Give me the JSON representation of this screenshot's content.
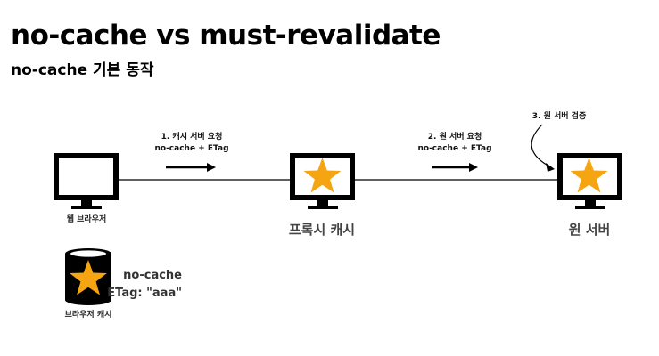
{
  "title": "no-cache vs must-revalidate",
  "subtitle": "no-cache 기본 동작",
  "steps": {
    "step1": {
      "line1": "1. 캐시 서버 요청",
      "line2": "no-cache + ETag"
    },
    "step2": {
      "line1": "2. 원 서버 요청",
      "line2": "no-cache + ETag"
    },
    "step3": {
      "line1": "3. 원 서버 검증"
    }
  },
  "nodes": {
    "browser": {
      "label": "웹 브라우저"
    },
    "proxy": {
      "label": "프록시 캐시"
    },
    "origin": {
      "label": "원 서버"
    }
  },
  "browser_cache": {
    "label": "브라우저 캐시",
    "line1": "no-cache",
    "line2": "ETag: \"aaa\""
  },
  "colors": {
    "star": "#f5a512",
    "monitor": "#000000",
    "screen": "#ffffff",
    "line": "#000000"
  },
  "icons": [
    "monitor-icon",
    "star-icon",
    "database-icon",
    "arrow-icon"
  ]
}
